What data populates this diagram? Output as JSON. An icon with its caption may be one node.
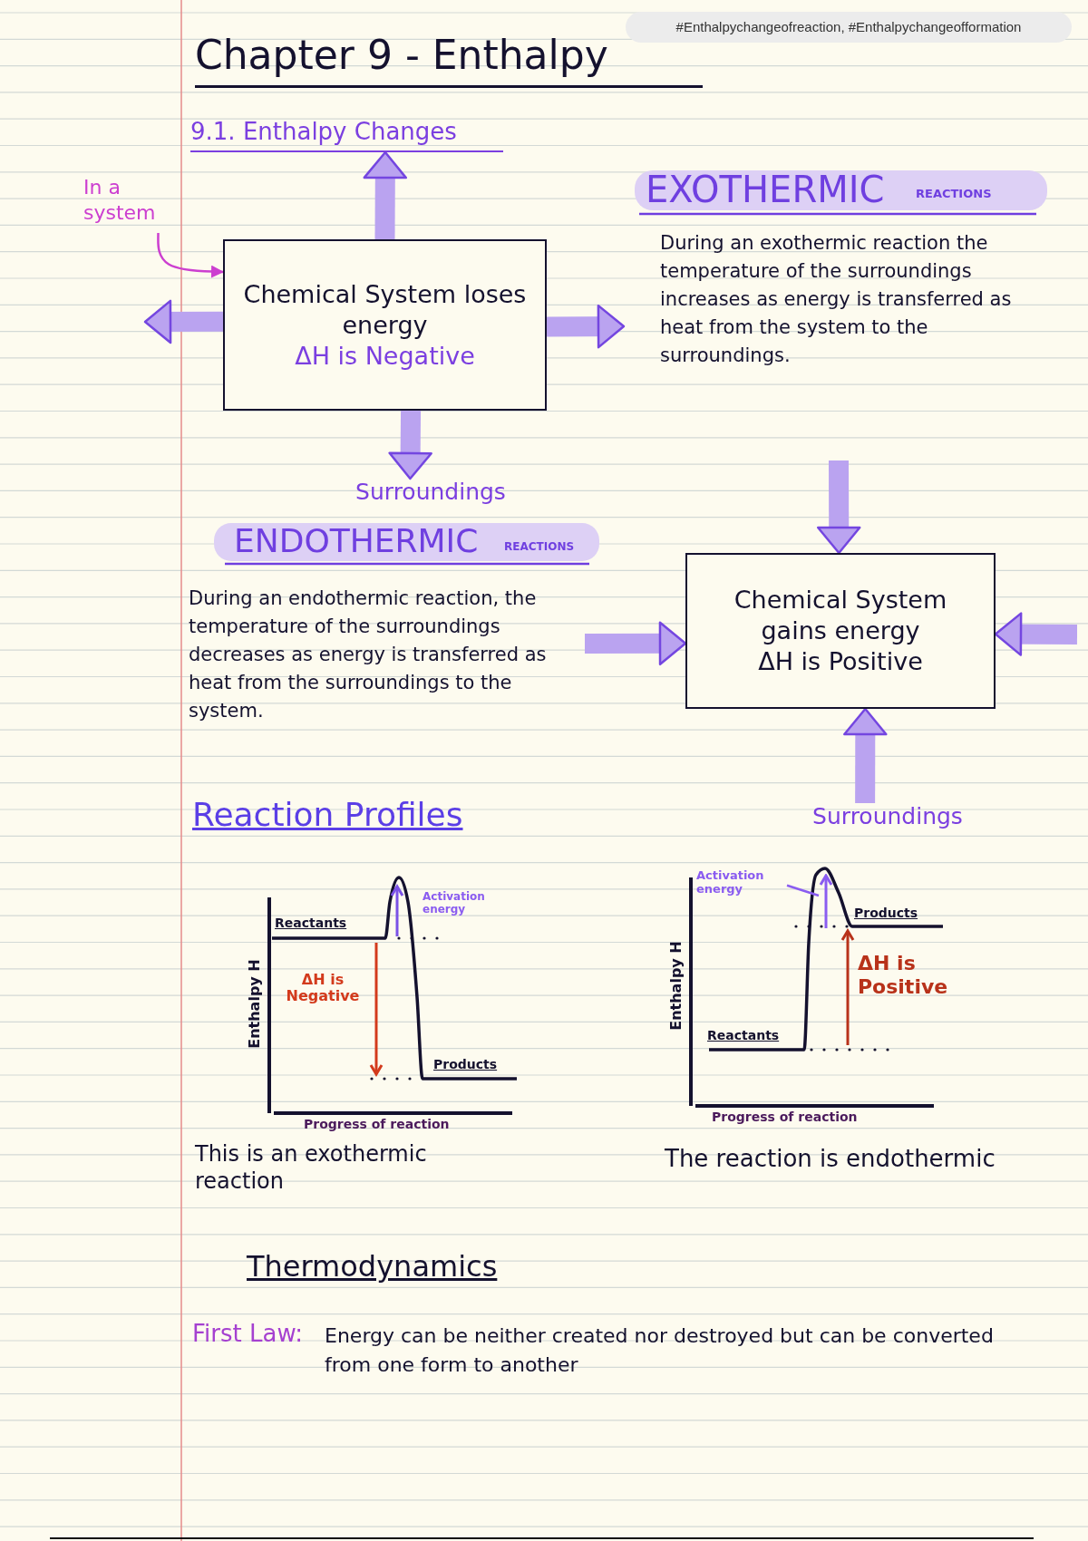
{
  "diagram": {
    "title": "Chapter 9 - Enthalpy",
    "nodes": [
      {
        "text": [
          "9.1. Enthalpy Changes"
        ]
      },
      {
        "text": [
          "In a system"
        ]
      },
      {
        "text": [
          "Chemical System loses energy",
          "ΔH is Negative"
        ]
      },
      {
        "text": [
          "Surroundings"
        ]
      },
      {
        "text": [
          "Chemical System gains energy",
          "ΔH is Positive"
        ]
      },
      {
        "text": [
          "Surroundings"
        ]
      },
      {
        "text": [
          "Activation energy"
        ]
      },
      {
        "text": [],
        "shape": "arrow"
      }
    ],
    "edges": [
      {
        "from": 1,
        "to": 2,
        "arrow": "to",
        "color": "#cc3fd0"
      },
      {
        "from": 2,
        "to": 0,
        "arrow": "to"
      },
      {
        "from": 2,
        "to": null,
        "arrow": "to"
      },
      {
        "from": 2,
        "to": null,
        "arrow": "to"
      },
      {
        "from": 2,
        "to": 3,
        "arrow": "to"
      },
      {
        "from": null,
        "to": 4,
        "arrow": "to"
      },
      {
        "from": null,
        "to": 4,
        "arrow": "to"
      },
      {
        "from": null,
        "to": 4,
        "arrow": "to"
      },
      {
        "from": 5,
        "to": 4,
        "arrow": "to"
      },
      {
        "from": 6,
        "to": 7,
        "arrow": "none",
        "color": "#8a5cf0"
      }
    ],
    "labels": [
      "#Enthalpychangeofreaction, #Enthalpychangeofformation",
      "EXOTHERMIC",
      "REACTIONS",
      "During an exothermic reaction the temperature of the surroundings increases as energy is transferred as heat from the system to the surroundings.",
      "ENDOTHERMIC",
      "REACTIONS",
      "During an endothermic reaction, the temperature of the surroundings decreases as energy is transferred as heat from the surroundings to the system.",
      "Reaction Profiles",
      "Reactants",
      "Activation energy",
      "ΔH is Negative",
      "Enthalpy H",
      "Products",
      "Progress of reaction",
      "Enthalpy H",
      "Products",
      "ΔH is Positive",
      "Reactants",
      "Progress of reaction",
      "This is an exothermic reaction",
      "The reaction is endothermic",
      "Thermodynamics",
      "First Law:",
      "Energy can be neither created nor destroyed but can be converted from one form to another"
    ]
  }
}
